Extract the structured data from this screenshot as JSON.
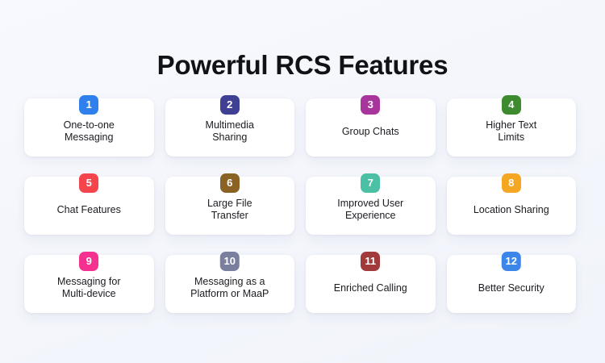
{
  "header": {
    "title": "Powerful RCS Features"
  },
  "theme": {
    "background_top": "#f7f9fe",
    "background_bottom": "#f2f4fb",
    "card_background": "#ffffff",
    "title_color": "#111216",
    "label_color": "#1b1c20"
  },
  "features": [
    {
      "number": "1",
      "label": "One-to-one\nMessaging",
      "color": "#2f80ed"
    },
    {
      "number": "2",
      "label": "Multimedia\nSharing",
      "color": "#3f3f93"
    },
    {
      "number": "3",
      "label": "Group Chats",
      "color": "#a8359c"
    },
    {
      "number": "4",
      "label": "Higher Text\nLimits",
      "color": "#3d8b2e"
    },
    {
      "number": "5",
      "label": "Chat Features",
      "color": "#f4444c"
    },
    {
      "number": "6",
      "label": "Large File\nTransfer",
      "color": "#8a6224"
    },
    {
      "number": "7",
      "label": "Improved User\nExperience",
      "color": "#4bc0a4"
    },
    {
      "number": "8",
      "label": "Location Sharing",
      "color": "#f5a623"
    },
    {
      "number": "9",
      "label": "Messaging for\nMulti-device",
      "color": "#f5308e"
    },
    {
      "number": "10",
      "label": "Messaging as a\nPlatform or MaaP",
      "color": "#7b7f9e"
    },
    {
      "number": "11",
      "label": "Enriched Calling",
      "color": "#a13b3b"
    },
    {
      "number": "12",
      "label": "Better Security",
      "color": "#3b86e8"
    }
  ]
}
